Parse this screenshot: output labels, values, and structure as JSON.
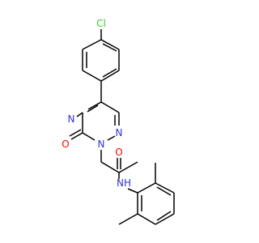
{
  "molecule": {
    "atoms": {
      "chlorine": "Cl",
      "triazine_n4": "N",
      "triazine_n1": "N",
      "triazine_n2": "N",
      "ring_carbonyl_oxygen": "O",
      "amide_oxygen": "O",
      "amide_nh": "NH"
    },
    "colors": {
      "chlorine": "#33cc33",
      "nitrogen": "#3333cc",
      "oxygen": "#ff0000",
      "bond": "#000000"
    }
  }
}
